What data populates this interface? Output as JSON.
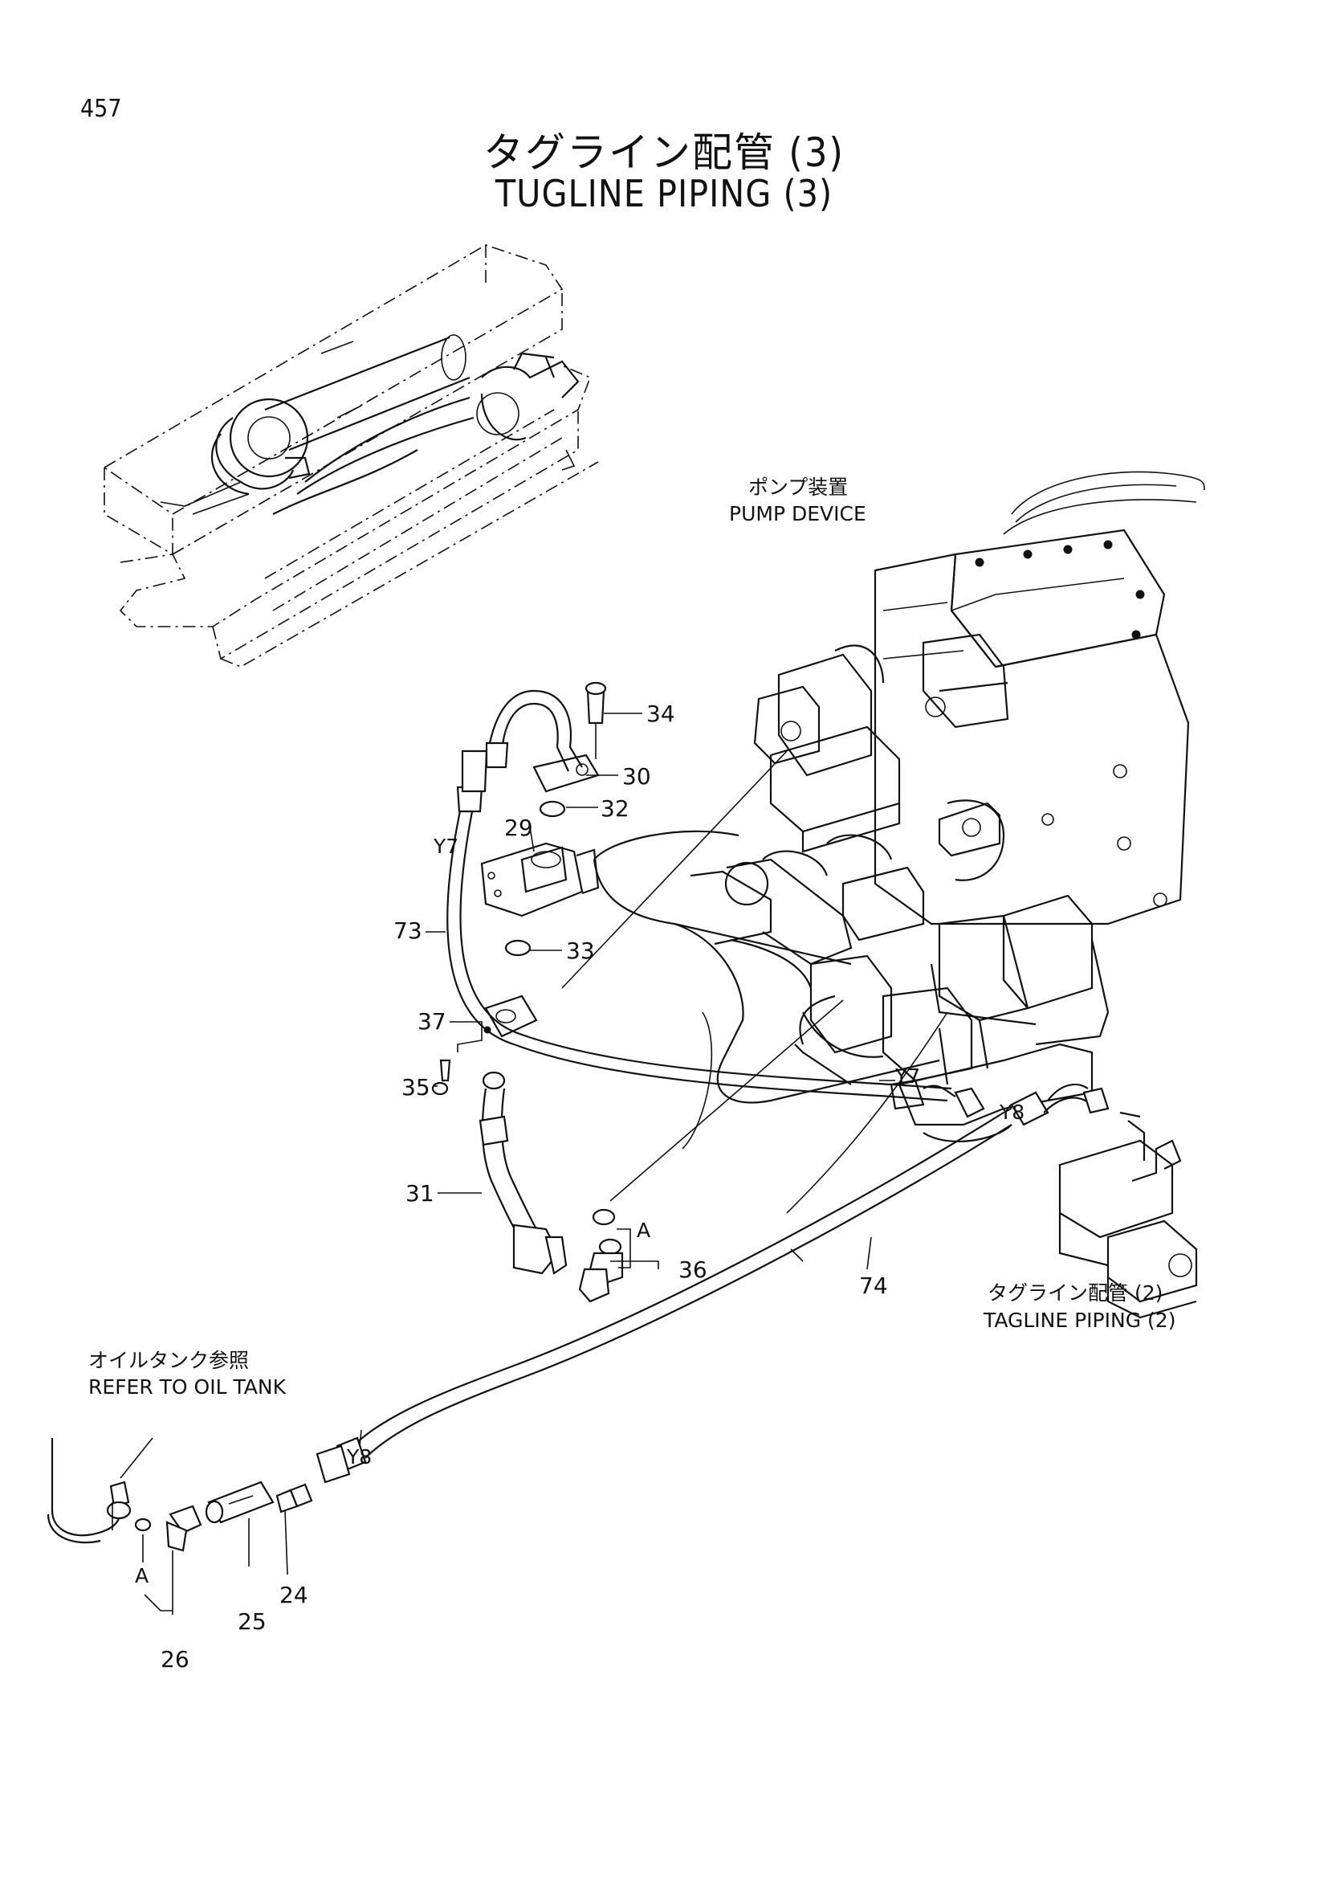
{
  "page_number": "457",
  "title_jp": "タグライン配管 (3)",
  "title_en": "TUGLINE PIPING (3)",
  "notes": {
    "pump_jp": "ポンプ装置",
    "pump_en": "PUMP DEVICE",
    "tagline2_jp": "タグライン配管 (2)",
    "tagline2_en": "TAGLINE PIPING (2)",
    "oiltank_jp": "オイルタンク参照",
    "oiltank_en": "REFER TO OIL TANK"
  },
  "callouts": {
    "c34": "34",
    "c30": "30",
    "c29": "29",
    "c32": "32",
    "c73": "73",
    "c33": "33",
    "c37": "37",
    "c35": "35",
    "c31": "31",
    "c36": "36",
    "c74": "74",
    "c24": "24",
    "c25": "25",
    "c26": "26"
  },
  "markers": {
    "y7a": "Y7",
    "y7b": "Y7",
    "y8a": "Y8",
    "y8b": "Y8",
    "a1": "A",
    "a2": "A"
  }
}
